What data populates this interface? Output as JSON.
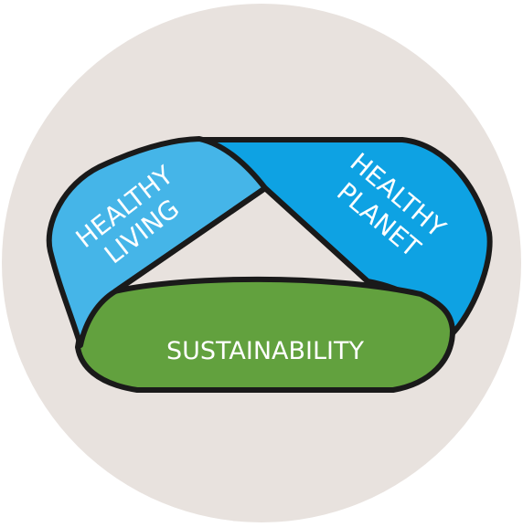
{
  "diagram": {
    "bands": {
      "healthy_living": {
        "line1": "HEALTHY",
        "line2": "LIVING",
        "color": "#45b5e8"
      },
      "healthy_planet": {
        "line1": "HEALTHY",
        "line2": "PLANET",
        "color": "#0ea2e3"
      },
      "sustainability": {
        "label": "SUSTAINABILITY",
        "color": "#62a13e"
      }
    },
    "colors": {
      "background_circle": "#e8e2de",
      "outline": "#1a1a1a",
      "text": "#ffffff"
    }
  }
}
